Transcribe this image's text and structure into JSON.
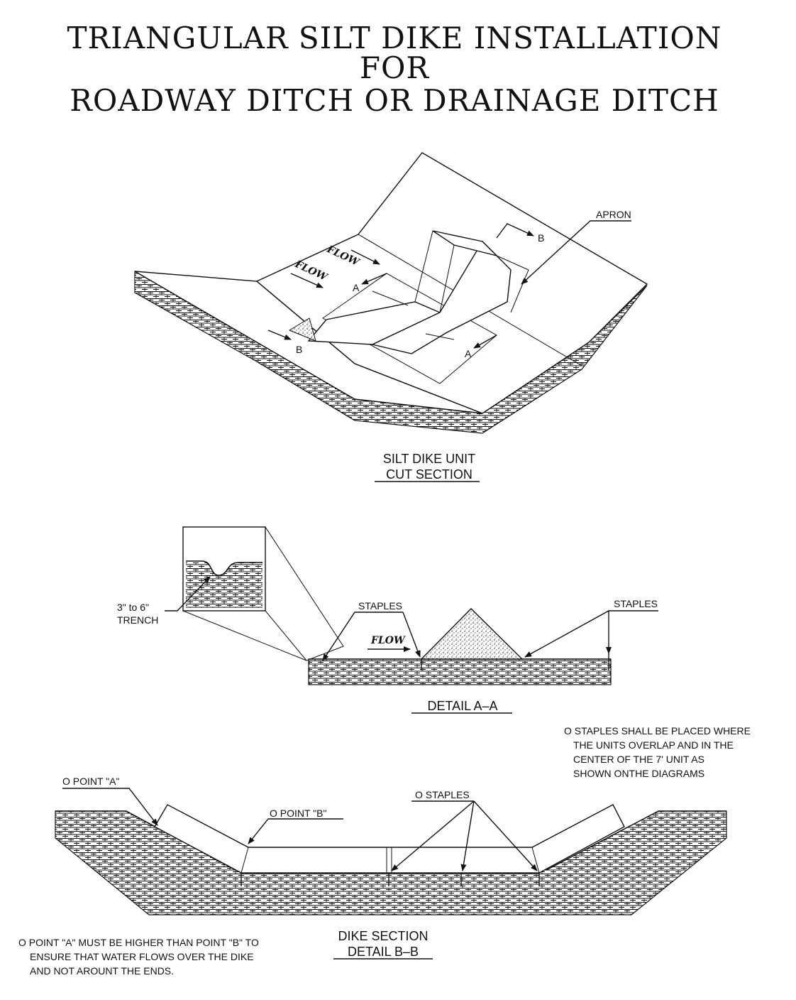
{
  "title": {
    "line1": "TRIANGULAR SILT DIKE INSTALLATION",
    "line2": "FOR",
    "line3": "ROADWAY DITCH OR DRAINAGE DITCH"
  },
  "iso_view": {
    "apron_label": "APRON",
    "flow_label_1": "FLOW",
    "flow_label_2": "FLOW",
    "section_a_top": "A",
    "section_a_bottom": "A",
    "section_b_top": "B",
    "section_b_bottom": "B",
    "caption_line1": "SILT DIKE UNIT",
    "caption_line2": "CUT SECTION"
  },
  "detail_aa": {
    "trench_size": "3\" to 6\"",
    "trench_label": "TRENCH",
    "staples_left": "STAPLES",
    "staples_right": "STAPLES",
    "flow_label": "FLOW",
    "caption": "DETAIL A–A"
  },
  "detail_bb": {
    "point_a": "O POINT \"A\"",
    "point_b": "O POINT \"B\"",
    "staples": "O STAPLES",
    "caption_line1": "DIKE SECTION",
    "caption_line2": "DETAIL B–B"
  },
  "notes": {
    "staples_note": [
      "O STAPLES SHALL BE PLACED WHERE",
      "THE UNITS OVERLAP AND IN THE",
      "CENTER OF THE 7' UNIT AS",
      "SHOWN ONTHE DIAGRAMS"
    ],
    "point_note": [
      "O POINT \"A\" MUST BE HIGHER THAN POINT \"B\" TO",
      "ENSURE THAT WATER FLOWS OVER THE DIKE",
      "AND NOT AROUNT THE ENDS."
    ]
  }
}
